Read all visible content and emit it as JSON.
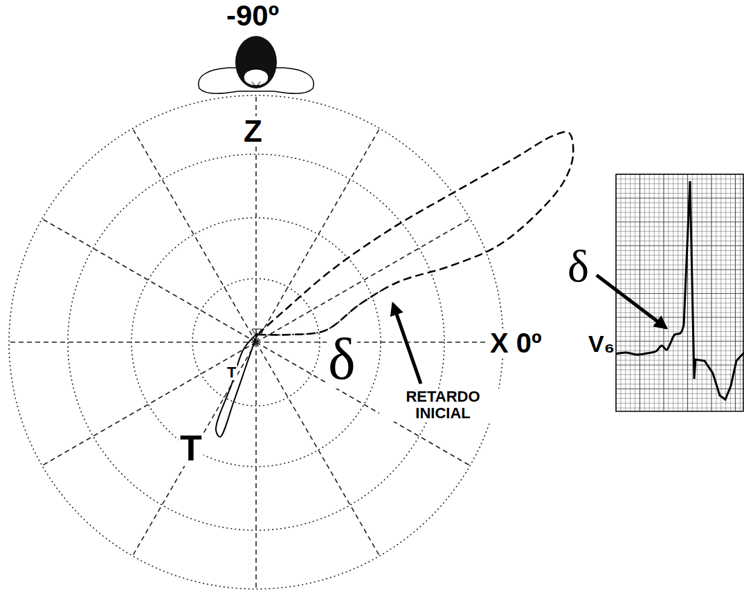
{
  "diagram": {
    "labels": [
      "-90º",
      "Z",
      "δ",
      "RETARDO INICIAL",
      "T",
      "T",
      "X 0º",
      "δ",
      "V₆"
    ]
  }
}
